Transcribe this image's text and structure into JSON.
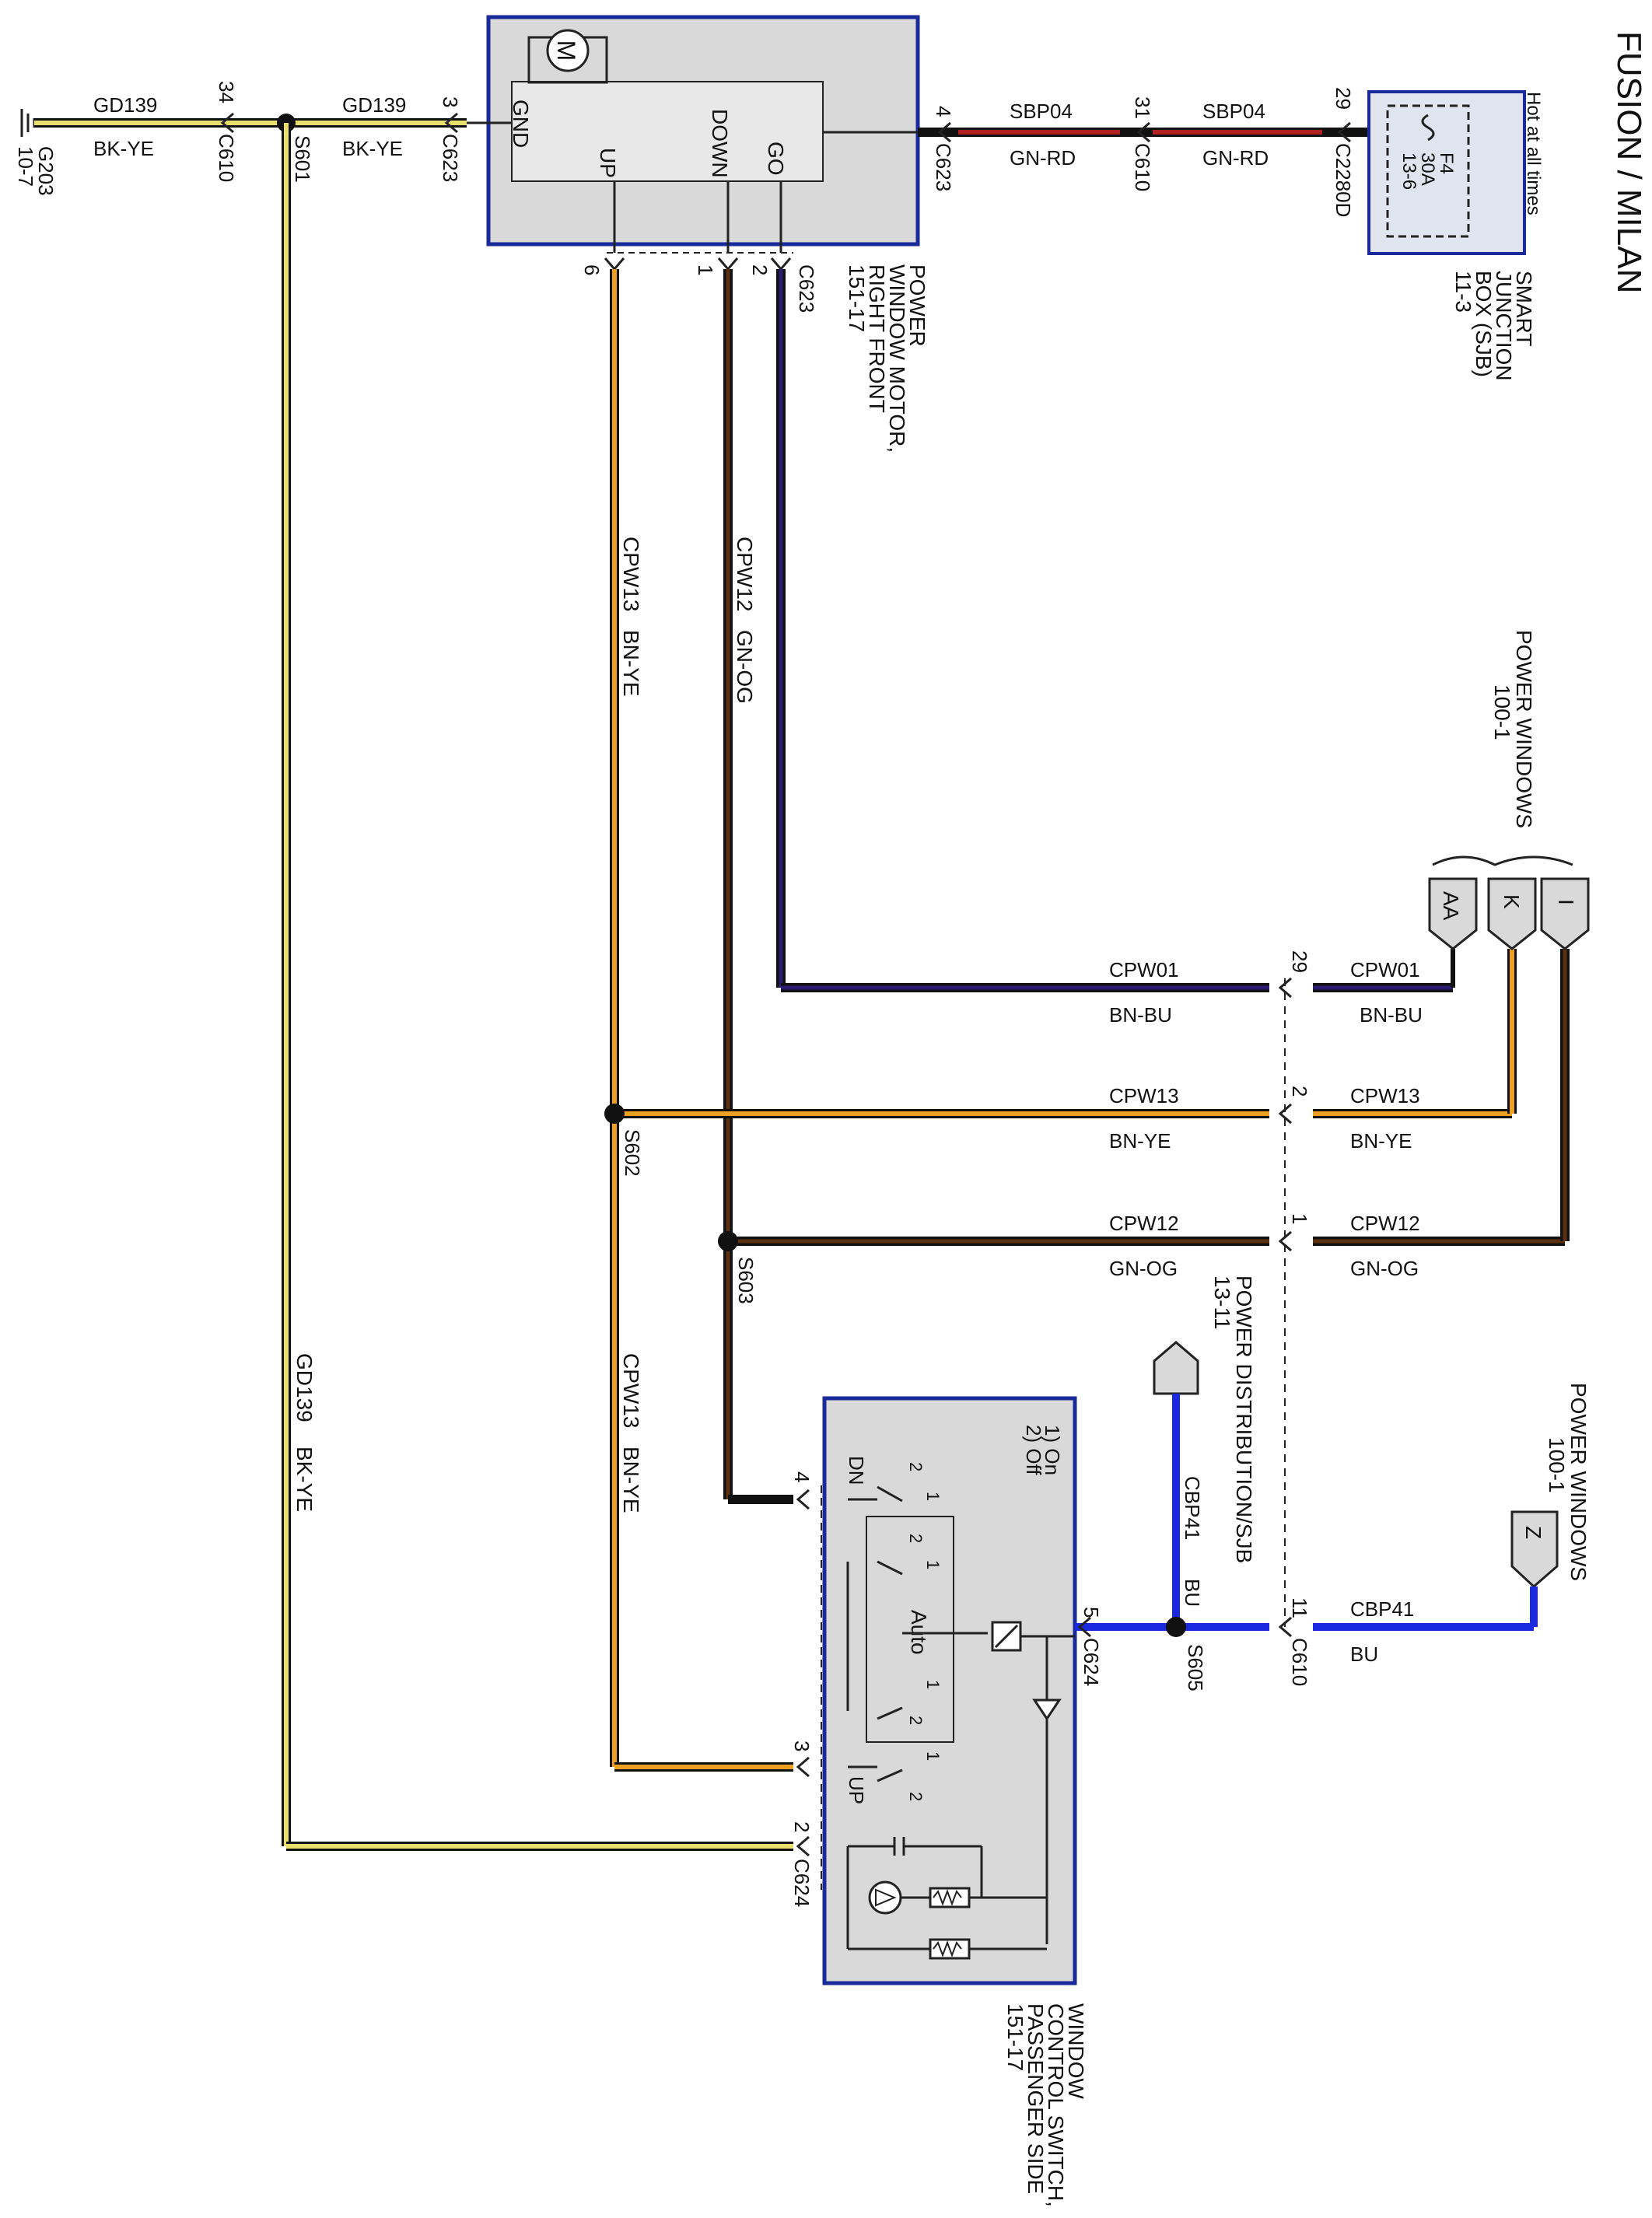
{
  "page_title": "FUSION / MILAN",
  "components": {
    "motor": {
      "label_lines": [
        "POWER",
        "WINDOW MOTOR,",
        "RIGHT FRONT",
        "151-17"
      ],
      "symbol": "M",
      "pins": {
        "gnd": "GND",
        "up": "UP",
        "down": "DOWN",
        "go": "GO"
      }
    },
    "sjb": {
      "label_lines": [
        "SMART",
        "JUNCTION",
        "BOX (SJB)",
        "11-3"
      ],
      "hot_text": "Hot at all times",
      "fuse_lines": [
        "F4",
        "30A",
        "13-6"
      ]
    },
    "window_switch": {
      "label_lines": [
        "WINDOW",
        "CONTROL SWITCH,",
        "PASSENGER SIDE",
        "151-17"
      ],
      "states": [
        "1) On",
        "2) Off"
      ],
      "labels": {
        "dn": "DN",
        "up": "UP",
        "auto": "Auto"
      }
    },
    "ground": {
      "lines": [
        "G203",
        "10-7"
      ]
    },
    "power_windows_top": {
      "lines": [
        "POWER WINDOWS",
        "100-1"
      ],
      "tabs": [
        "AA",
        "K",
        "I"
      ]
    },
    "power_windows_bottom": {
      "lines": [
        "POWER WINDOWS",
        "100-1"
      ],
      "tab": "Z"
    },
    "power_distribution": {
      "lines": [
        "POWER DISTRIBUTION/SJB",
        "13-11"
      ]
    }
  },
  "splices": [
    "S601",
    "S602",
    "S603",
    "S605"
  ],
  "connectors": {
    "c610_34": {
      "pin": "34",
      "name": "C610"
    },
    "c623_3": {
      "pin": "3",
      "name": "C623"
    },
    "c623_4": {
      "pin": "4",
      "name": "C623"
    },
    "c610_31": {
      "pin": "31",
      "name": "C610"
    },
    "c2280d_29": {
      "pin": "29",
      "name": "C2280D"
    },
    "c623_bottom": {
      "pins": [
        "6",
        "1",
        "2"
      ],
      "name": "C623"
    },
    "c610_29": {
      "pin": "29"
    },
    "c610_2": {
      "pin": "2"
    },
    "c610_1": {
      "pin": "1"
    },
    "c610_11": {
      "pin": "11",
      "name": "C610"
    },
    "c624_5": {
      "pin": "5",
      "name": "C624"
    },
    "c624_4": {
      "pin": "4"
    },
    "c624_3": {
      "pin": "3"
    },
    "c624_2": {
      "pin": "2",
      "name": "C624"
    }
  },
  "wires": {
    "gd139_left": {
      "circuit": "GD139",
      "color_code": "BK-YE"
    },
    "gd139_mid": {
      "circuit": "GD139",
      "color_code": "BK-YE"
    },
    "gd139_vertical": {
      "circuit": "GD139",
      "color_code": "BK-YE"
    },
    "sbp04_a": {
      "circuit": "SBP04",
      "color_code": "GN-RD"
    },
    "sbp04_b": {
      "circuit": "SBP04",
      "color_code": "GN-RD"
    },
    "cpw13_vert_top": {
      "circuit": "CPW13",
      "color_code": "BN-YE"
    },
    "cpw13_vert_bottom": {
      "circuit": "CPW13",
      "color_code": "BN-YE"
    },
    "cpw12_vert": {
      "circuit": "CPW12",
      "color_code": "GN-OG"
    },
    "cpw01_left": {
      "circuit": "CPW01",
      "color_code": "BN-BU"
    },
    "cpw01_right": {
      "circuit": "CPW01",
      "color_code": "BN-BU"
    },
    "cpw13_left": {
      "circuit": "CPW13",
      "color_code": "BN-YE"
    },
    "cpw13_right": {
      "circuit": "CPW13",
      "color_code": "BN-YE"
    },
    "cpw12_left": {
      "circuit": "CPW12",
      "color_code": "GN-OG"
    },
    "cpw12_right": {
      "circuit": "CPW12",
      "color_code": "GN-OG"
    },
    "cbp41_vert": {
      "circuit": "CBP41",
      "color_code": "BU"
    },
    "cbp41_right": {
      "circuit": "CBP41",
      "color_code": "BU"
    }
  },
  "switch_contacts": [
    "2",
    "1",
    "2",
    "1",
    "1",
    "2",
    "1",
    "2"
  ],
  "colors": {
    "wire_ground": "#e8e06a",
    "wire_red": "#b22020",
    "wire_brown_yellow": "#f0a020",
    "wire_brown_blue": "#1a1060",
    "wire_green_orange": "#3a2010",
    "wire_blue": "#1a28e0",
    "box_border": "#1a2a9a",
    "box_fill": "#dcdcdc"
  }
}
